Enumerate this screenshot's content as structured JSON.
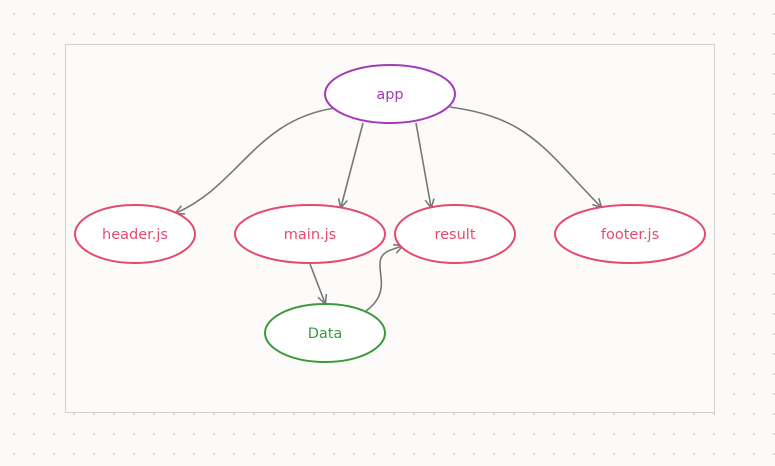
{
  "colors": {
    "root": "#a33ab8",
    "module": "#e34b6e",
    "data": "#3c9a3c",
    "edge": "#777777",
    "frame_border": "#d2d2d2"
  },
  "nodes": {
    "app": "app",
    "header": "header.js",
    "main": "main.js",
    "result": "result",
    "footer": "footer.js",
    "data": "Data"
  },
  "edges": [
    {
      "from": "app",
      "to": "header.js"
    },
    {
      "from": "app",
      "to": "main.js"
    },
    {
      "from": "app",
      "to": "result"
    },
    {
      "from": "app",
      "to": "footer.js"
    },
    {
      "from": "main.js",
      "to": "Data"
    },
    {
      "from": "Data",
      "to": "result"
    }
  ]
}
